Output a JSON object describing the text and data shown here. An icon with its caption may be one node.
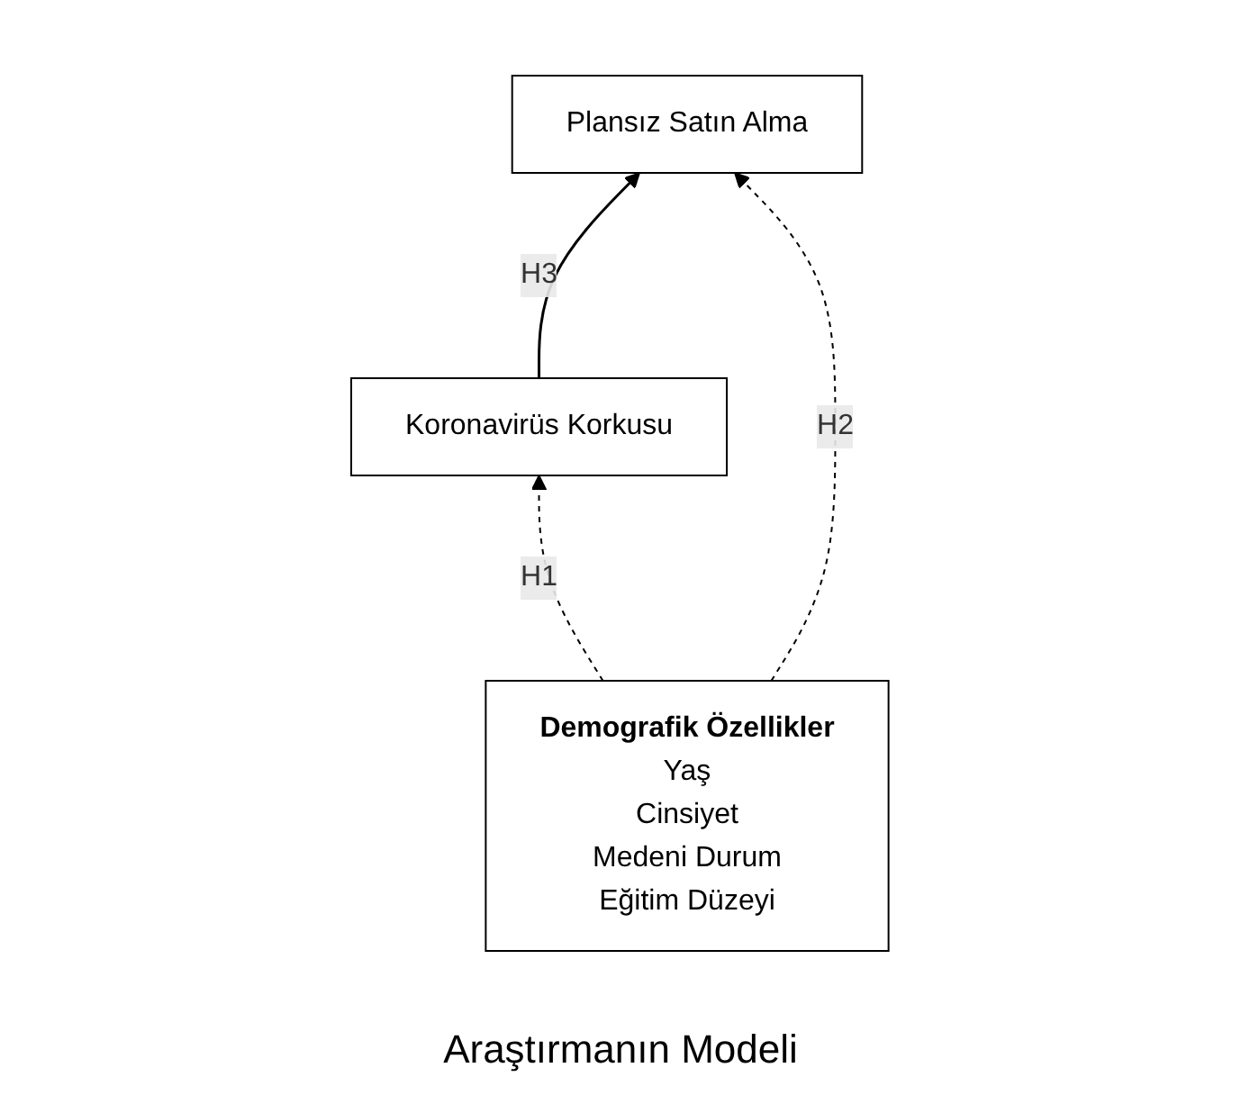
{
  "diagram": {
    "caption": "Araştırmanın Modeli",
    "nodes": [
      {
        "text": [
          "Koronavirüs Korkusu"
        ]
      },
      {
        "text": [
          "Plansız Satın Alma"
        ]
      },
      {
        "text": [
          "Demografik Özellikler",
          "Yaş",
          "Cinsiyet",
          "Medeni Durum",
          "Eğitim Düzeyi"
        ]
      }
    ],
    "edges": [
      {
        "from": 0,
        "to": 1,
        "arrow": "to",
        "label": "H3"
      },
      {
        "from": 2,
        "to": 0,
        "arrow": "to",
        "label": "H1",
        "style": "dashed"
      },
      {
        "from": 2,
        "to": 1,
        "arrow": "to",
        "label": "H2",
        "style": "dashed"
      }
    ]
  }
}
